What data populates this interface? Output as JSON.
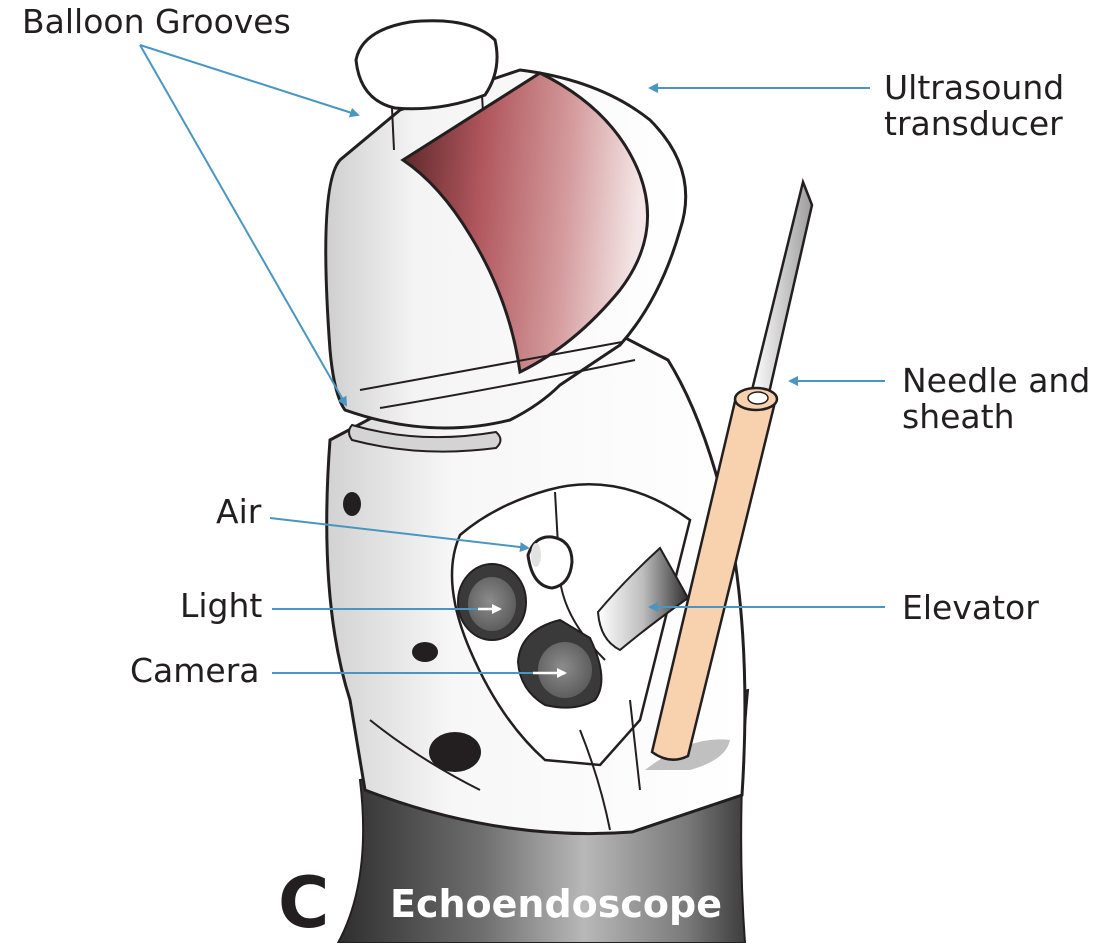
{
  "labels": {
    "balloon_grooves": "Balloon Grooves",
    "ultrasound_line1": "Ultrasound",
    "ultrasound_line2": "transducer",
    "needle_line1": "Needle and",
    "needle_line2": "sheath",
    "air": "Air",
    "light": "Light",
    "camera": "Camera",
    "elevator": "Elevator"
  },
  "panel_letter": "C",
  "caption": "Echoendoscope",
  "colors": {
    "arrow": "#4a96c0",
    "outline": "#231f20",
    "transducer_dark": "#5e2a2e",
    "transducer_mid": "#b15a60",
    "transducer_light": "#f2e2e2",
    "sheath": "#f8d2ae",
    "shaft_dark": "#3c3c3c",
    "shaft_mid": "#8a8a8a"
  }
}
